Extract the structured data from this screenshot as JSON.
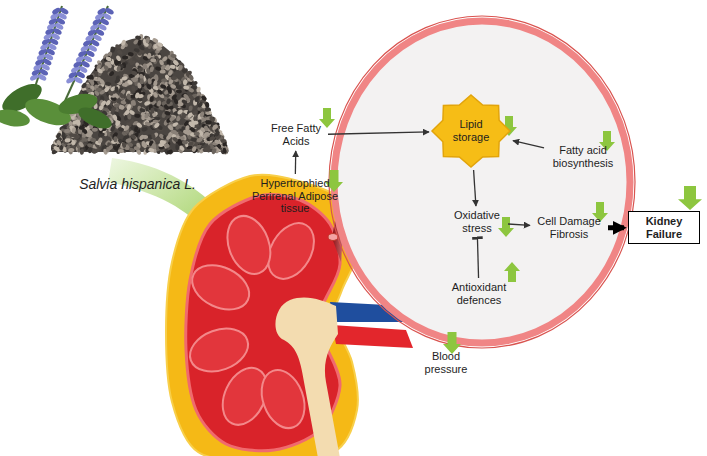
{
  "diagram": {
    "nodes": [
      {
        "text": [
          "Hypertrophied Perirenal Adipose tissue"
        ]
      },
      {
        "text": [
          "Free Fatty Acids"
        ]
      },
      {
        "text": [
          "Lipid storage"
        ]
      },
      {
        "text": [
          "Fatty acid biosynthesis"
        ]
      },
      {
        "text": [
          "Oxidative stress"
        ]
      },
      {
        "text": [
          "Cell Damage Fibrosis"
        ]
      },
      {
        "text": [
          "Antioxidant defences"
        ]
      },
      {
        "text": [
          "Kidney Failure"
        ]
      }
    ],
    "edges": [
      {
        "from": 0,
        "to": 1,
        "arrow": "to"
      },
      {
        "from": 1,
        "to": 2,
        "arrow": "to"
      },
      {
        "from": 3,
        "to": 2,
        "arrow": "to"
      },
      {
        "from": 2,
        "to": 4,
        "arrow": "to"
      },
      {
        "from": 4,
        "to": 5,
        "arrow": "to"
      },
      {
        "from": 6,
        "to": 4,
        "arrow": "to"
      },
      {
        "from": 5,
        "to": 7,
        "arrow": "to"
      }
    ],
    "labels": [
      "Salvia hispanica L.",
      "Blood pressure"
    ]
  }
}
